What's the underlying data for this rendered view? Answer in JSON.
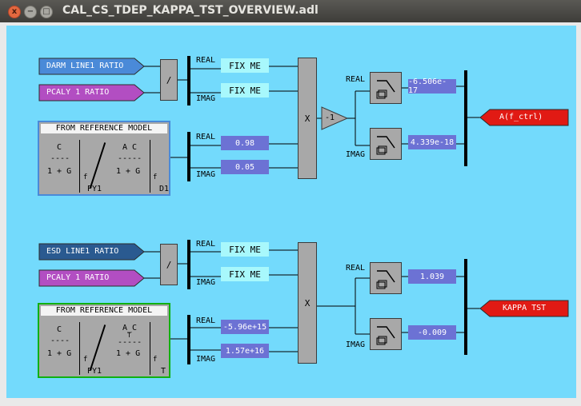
{
  "window": {
    "title": "CAL_CS_TDEP_KAPPA_TST_OVERVIEW.adl",
    "close": "x",
    "min": "−",
    "max": "□"
  },
  "colors": {
    "background": "#73dafc",
    "blue_tag": "#4a8ad8",
    "magenta_tag": "#b24ec2",
    "esd_tag": "#2a5a90",
    "value_fill": "#6c72d4",
    "red_tag": "#e11a14"
  },
  "top": {
    "inputs": [
      "DARM LINE1 RATIO",
      "PCALY 1 RATIO"
    ],
    "divide_op": "/",
    "bus1_labels": [
      "REAL",
      "IMAG"
    ],
    "fixme": [
      "FIX ME",
      "FIX ME"
    ],
    "model": {
      "title": "FROM REFERENCE MODEL",
      "n1": "C",
      "d1": "----",
      "e1": "1 + G",
      "s1": "f",
      "p": "PY1",
      "n2": "A C",
      "d2": "-----",
      "e2": "1 + G",
      "s2": "f",
      "q": "D1"
    },
    "bus2_labels": [
      "REAL",
      "IMAG"
    ],
    "model_values": [
      "0.98",
      "0.05"
    ],
    "mult_op": "X",
    "negate": "-1",
    "filter_labels": [
      "REAL",
      "IMAG"
    ],
    "outputs": [
      "-6.506e-17",
      "4.339e-18"
    ],
    "result_tag": "A(f_ctrl)"
  },
  "bottom": {
    "inputs": [
      "ESD LINE1 RATIO",
      "PCALY 1 RATIO"
    ],
    "divide_op": "/",
    "bus1_labels": [
      "REAL",
      "IMAG"
    ],
    "fixme": [
      "FIX ME",
      "FIX ME"
    ],
    "model": {
      "title": "FROM REFERENCE MODEL",
      "n1": "C",
      "d1": "----",
      "e1": "1 + G",
      "s1": "f",
      "p": "PY1",
      "n2": "A_C",
      "n2sub": "T",
      "d2": "-----",
      "e2": "1 + G",
      "s2": "f",
      "q": "T"
    },
    "bus2_labels": [
      "REAL",
      "IMAG"
    ],
    "model_values": [
      "-5.96e+15",
      "1.57e+16"
    ],
    "mult_op": "X",
    "filter_labels": [
      "REAL",
      "IMAG"
    ],
    "outputs": [
      "1.039",
      "-0.009"
    ],
    "result_tag": "KAPPA TST"
  }
}
